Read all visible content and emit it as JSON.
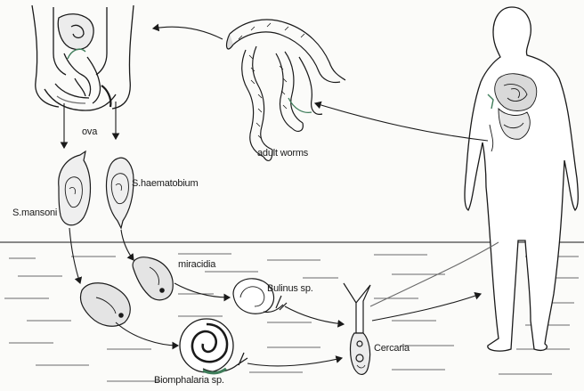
{
  "labels": {
    "ova": "ova",
    "adult_worms": "adult worms",
    "s_mansoni": "S.mansoni",
    "s_haematobium": "S.haematobium",
    "miracidia": "miracidia",
    "bulinus": "Bulinus sp.",
    "cercaria": "Cercaria",
    "biomphalaria": "Biomphalaria sp."
  },
  "colors": {
    "ink": "#1a1a1a",
    "paper": "#fbfbf9",
    "water_line": "#555555",
    "accent_green": "#3f7d5a"
  }
}
